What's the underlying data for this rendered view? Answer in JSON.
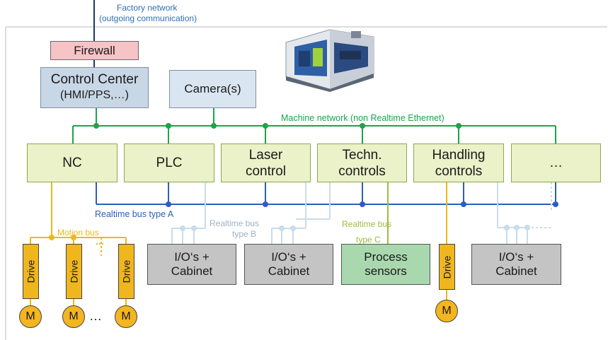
{
  "factory_network": {
    "line1": "Factory network",
    "line2": "(outgoing communication)"
  },
  "firewall": "Firewall",
  "control_center": {
    "line1": "Control Center",
    "line2": "(HMI/PPS,…)"
  },
  "camera": "Camera(s)",
  "machine_network": "Machine network (non Realtime Ethernet)",
  "controls": {
    "nc": "NC",
    "plc": "PLC",
    "laser_line1": "Laser",
    "laser_line2": "control",
    "techn_line1": "Techn.",
    "techn_line2": "controls",
    "handling_line1": "Handling",
    "handling_line2": "controls",
    "more": "…"
  },
  "buses": {
    "realtime_a": "Realtime bus type A",
    "realtime_b_line1": "Realtime bus",
    "realtime_b_line2": "type B",
    "realtime_c_line1": "Realtime bus",
    "realtime_c_line2": "type C",
    "motion": "Motion bus"
  },
  "io_cabinet": {
    "line1": "I/O‘s +",
    "line2": "Cabinet"
  },
  "process_sensors": {
    "line1": "Process",
    "line2": "sensors"
  },
  "drive": "Drive",
  "motor": "M",
  "ellipsis": "…",
  "colors": {
    "factory_blue": "#1f3864",
    "network_green": "#1aa54a",
    "bus_blue": "#2e5fb5",
    "bus_light_blue": "#c9dcea",
    "bus_olive": "#9bbd3a",
    "motion_orange": "#f0b61e",
    "text_blue": "#2f6fb4"
  }
}
